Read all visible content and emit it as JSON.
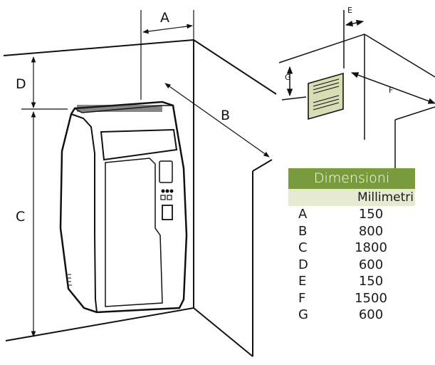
{
  "colors": {
    "accent": "#7a9a3e",
    "accent_light": "#e6ead1",
    "panel": "#d9dcb4"
  },
  "labels": {
    "A": "A",
    "B": "B",
    "C": "C",
    "D": "D",
    "E": "E",
    "F": "F",
    "G": "G"
  },
  "table": {
    "title": "Dimensioni",
    "unit": "Millimetri",
    "rows": [
      {
        "letter": "A",
        "value": "150"
      },
      {
        "letter": "B",
        "value": "800"
      },
      {
        "letter": "C",
        "value": "1800"
      },
      {
        "letter": "D",
        "value": "600"
      },
      {
        "letter": "E",
        "value": "150"
      },
      {
        "letter": "F",
        "value": "1500"
      },
      {
        "letter": "G",
        "value": "600"
      }
    ]
  }
}
